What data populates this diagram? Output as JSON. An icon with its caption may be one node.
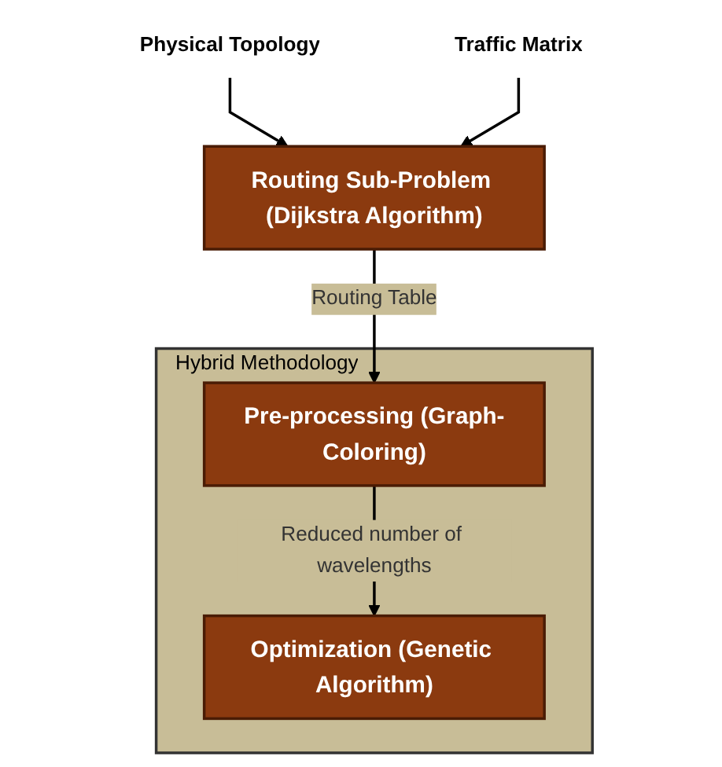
{
  "diagram": {
    "nodes": [
      {
        "text": [
          "Physical Topology"
        ]
      },
      {
        "text": [
          "Traffic Matrix"
        ]
      },
      {
        "text": [
          "Routing Sub-Problem (Dijkstra Algorithm)"
        ]
      },
      {
        "text": [
          "Hybrid Methodology"
        ]
      },
      {
        "text": [
          "Pre-processing (Graph-Coloring)"
        ],
        "in": 3
      },
      {
        "text": [
          "Optimization (Genetic Algorithm)"
        ],
        "in": 3
      }
    ],
    "edges": [
      {
        "from": 0,
        "to": 2,
        "arrow": "to"
      },
      {
        "from": 1,
        "to": 2,
        "arrow": "to"
      },
      {
        "from": 2,
        "to": 4,
        "arrow": "to",
        "label": "Routing Table"
      },
      {
        "from": 4,
        "to": 5,
        "arrow": "to",
        "label": "Reduced number of wavelengths"
      }
    ]
  }
}
